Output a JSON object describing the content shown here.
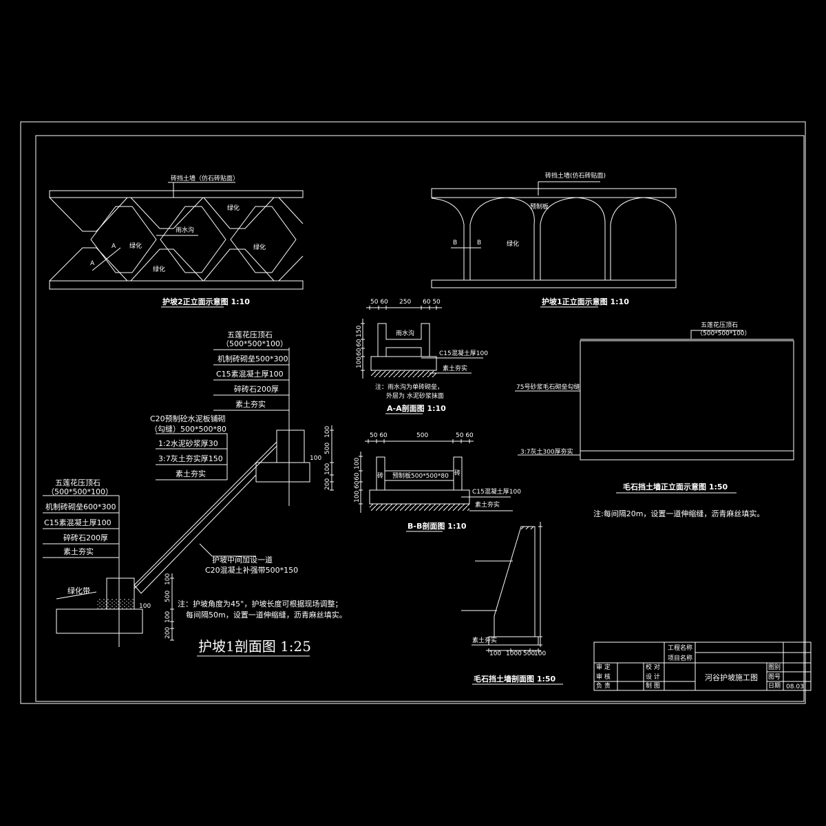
{
  "colors": {
    "background": "#000000",
    "lines": "#ffffff"
  },
  "slope2_elevation": {
    "wall_label": "砖挡土墙（仿石砖贴面）",
    "green": [
      "绿化",
      "绿化",
      "绿化",
      "绿化"
    ],
    "ditch": "雨水沟",
    "section_marks": [
      "A",
      "A"
    ],
    "title": "护坡2正立面示意图 1:10"
  },
  "slope1_elevation": {
    "wall_label": "砖挡土墙(仿石砖贴面)",
    "slab": "预制板",
    "green": "绿化",
    "section_marks": [
      "B",
      "B"
    ],
    "title": "护坡1正立面示意图 1:10"
  },
  "aa_section": {
    "dims_top": [
      "50 60",
      "250",
      "60 50"
    ],
    "dims_left": [
      "100",
      "60",
      "60",
      "150"
    ],
    "ditch": "雨水沟",
    "concrete": "C15混凝土厚100",
    "soil": "素土夯实",
    "note": [
      "注：雨水沟为单砖砌垒，",
      "外层为 水泥砂浆抹面"
    ],
    "title": "A-A剖面图 1:10"
  },
  "bb_section": {
    "dims_top": [
      "50 60",
      "500",
      "50 60"
    ],
    "dims_left": [
      "100",
      "60",
      "60",
      "100"
    ],
    "brick": [
      "砖",
      "砖"
    ],
    "slab": "预制板500*500*80",
    "concrete": "C15混凝土厚100",
    "soil": "素土夯实",
    "title": "B-B剖面图 1:10"
  },
  "stone_wall_elevation": {
    "cap": "五莲花压顶石",
    "cap_size": "（500*500*100）",
    "masonry": "75号砂浆毛石砌垒勾缝",
    "base": "3:7灰土300厚夯实",
    "title": "毛石挡土墙正立面示意图 1:50",
    "note": "注:每间隔20m，设置一道伸缩缝，沥青麻丝填实。"
  },
  "stone_wall_section": {
    "soil": "素土夯实",
    "dims_bottom": [
      "100",
      "1000",
      "500",
      "100"
    ],
    "title": "毛石挡土墙剖面图 1:50"
  },
  "slope1_section": {
    "upper_layers": [
      "五莲花压顶石",
      "（500*500*100）",
      "机制砖砌垒500*300",
      "C15素混凝土厚100",
      "碎砖石200厚",
      "素土夯实"
    ],
    "slope_layers": [
      "C20预制砼水泥板铺砌",
      "（勾缝）500*500*80",
      "1:2水泥砂浆厚30",
      "3:7灰土夯实厚150",
      "素土夯实"
    ],
    "lower_layers": [
      "五莲花压顶石",
      "（500*500*100）",
      "机制砖砌垒600*300",
      "C15素混凝土厚100",
      "碎砖石200厚",
      "素土夯实"
    ],
    "green_belt": "绿化带",
    "dims_upper": [
      "500",
      "100",
      "200",
      "100",
      "100"
    ],
    "dims_lower": [
      "500",
      "100",
      "200",
      "100",
      "100"
    ],
    "band_note": [
      "护坡中间加设一道",
      "C20混凝土补强带500*150"
    ],
    "note": [
      "注：护坡角度为45°，护坡长度可根据现场调整；",
      "每间隔50m，设置一道伸缩缝，沥青麻丝填实。"
    ],
    "title": "护坡1剖面图 1:25"
  },
  "title_block": {
    "project_name": "工程名称",
    "item_name": "项目名称",
    "roles_left": [
      "审 定",
      "审 核",
      "负 责"
    ],
    "roles_mid": [
      "校 对",
      "设 计",
      "制 图"
    ],
    "drawing_title": "河谷护坡施工图",
    "fields": [
      "图别",
      "图号",
      "日期"
    ],
    "date": "08.03"
  }
}
